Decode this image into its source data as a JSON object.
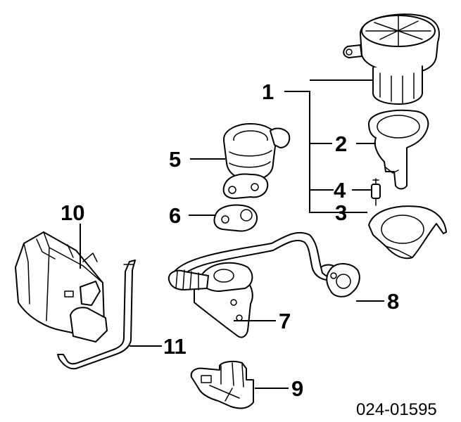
{
  "callouts": {
    "c1": "1",
    "c2": "2",
    "c3": "3",
    "c4": "4",
    "c5": "5",
    "c6": "6",
    "c7": "7",
    "c8": "8",
    "c9": "9",
    "c10": "10",
    "c11": "11"
  },
  "diagram_number": "024-01595",
  "colors": {
    "ink": "#000000",
    "paper": "#ffffff"
  }
}
